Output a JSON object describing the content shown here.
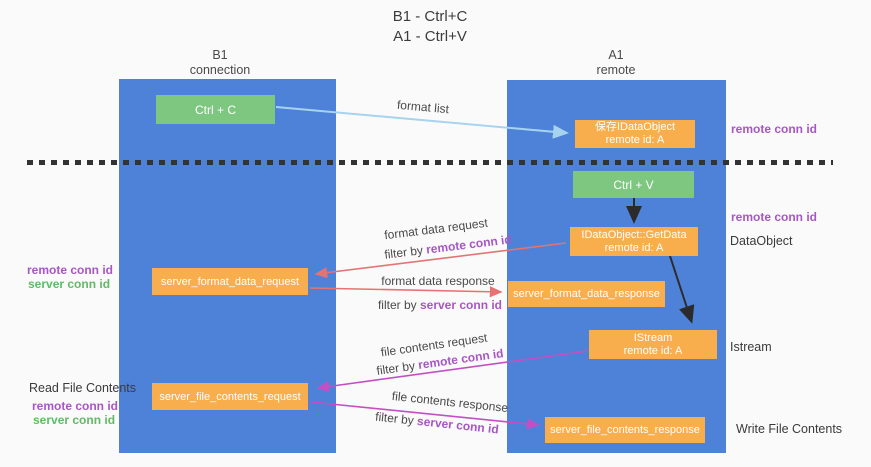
{
  "title": {
    "line1": "B1 - Ctrl+C",
    "line2": "A1 - Ctrl+V"
  },
  "lifelines": {
    "left": {
      "name": "B1",
      "role": "connection"
    },
    "right": {
      "name": "A1",
      "role": "remote"
    }
  },
  "nodes": {
    "ctrl_c": {
      "label": "Ctrl + C"
    },
    "ctrl_v": {
      "label": "Ctrl + V"
    },
    "save_idataobject": {
      "line1": "保存IDataObject",
      "line2": "remote id: A"
    },
    "idataobject_getdata": {
      "line1": "IDataObject::GetData",
      "line2": "remote id: A"
    },
    "istream": {
      "line1": "IStream",
      "line2": "remote id: A"
    },
    "server_format_data_request": {
      "label": "server_format_data_request"
    },
    "server_format_data_response": {
      "label": "server_format_data_response"
    },
    "server_file_contents_request": {
      "label": "server_file_contents_request"
    },
    "server_file_contents_response": {
      "label": "server_file_contents_response"
    }
  },
  "arrows": {
    "format_list": {
      "label": "format list"
    },
    "format_data_request": {
      "label": "format data request",
      "filter_prefix": "filter by ",
      "filter_key": "remote conn id"
    },
    "format_data_response": {
      "label": "format data response",
      "filter_prefix": "filter by ",
      "filter_key": "server conn id"
    },
    "file_contents_request": {
      "label": "file contents request",
      "filter_prefix": "filter by ",
      "filter_key": "remote conn id"
    },
    "file_contents_response": {
      "label": "file contents response",
      "filter_prefix": "filter by ",
      "filter_key": "server conn id"
    }
  },
  "annotations": {
    "right_remote_conn_id_top": "remote conn id",
    "right_remote_conn_id_mid": "remote conn id",
    "right_dataobject": "DataObject",
    "right_istream": "Istream",
    "right_write_file_contents": "Write File Contents",
    "left_remote_conn_id_mid": "remote conn id",
    "left_server_conn_id_mid": "server conn id",
    "left_read_file_contents": "Read File Contents",
    "left_remote_conn_id_bottom": "remote conn id",
    "left_server_conn_id_bottom": "server conn id"
  },
  "colors": {
    "lifeline_blue": "#4e82d8",
    "action_green": "#7dc780",
    "message_orange": "#f8ae4c",
    "arrow_red": "#e57373",
    "arrow_magenta": "#c44fc4",
    "arrow_lightblue": "#a5d3f0",
    "arrow_black": "#2b2b2b",
    "id_purple": "#a757c4",
    "id_green": "#62b966"
  }
}
